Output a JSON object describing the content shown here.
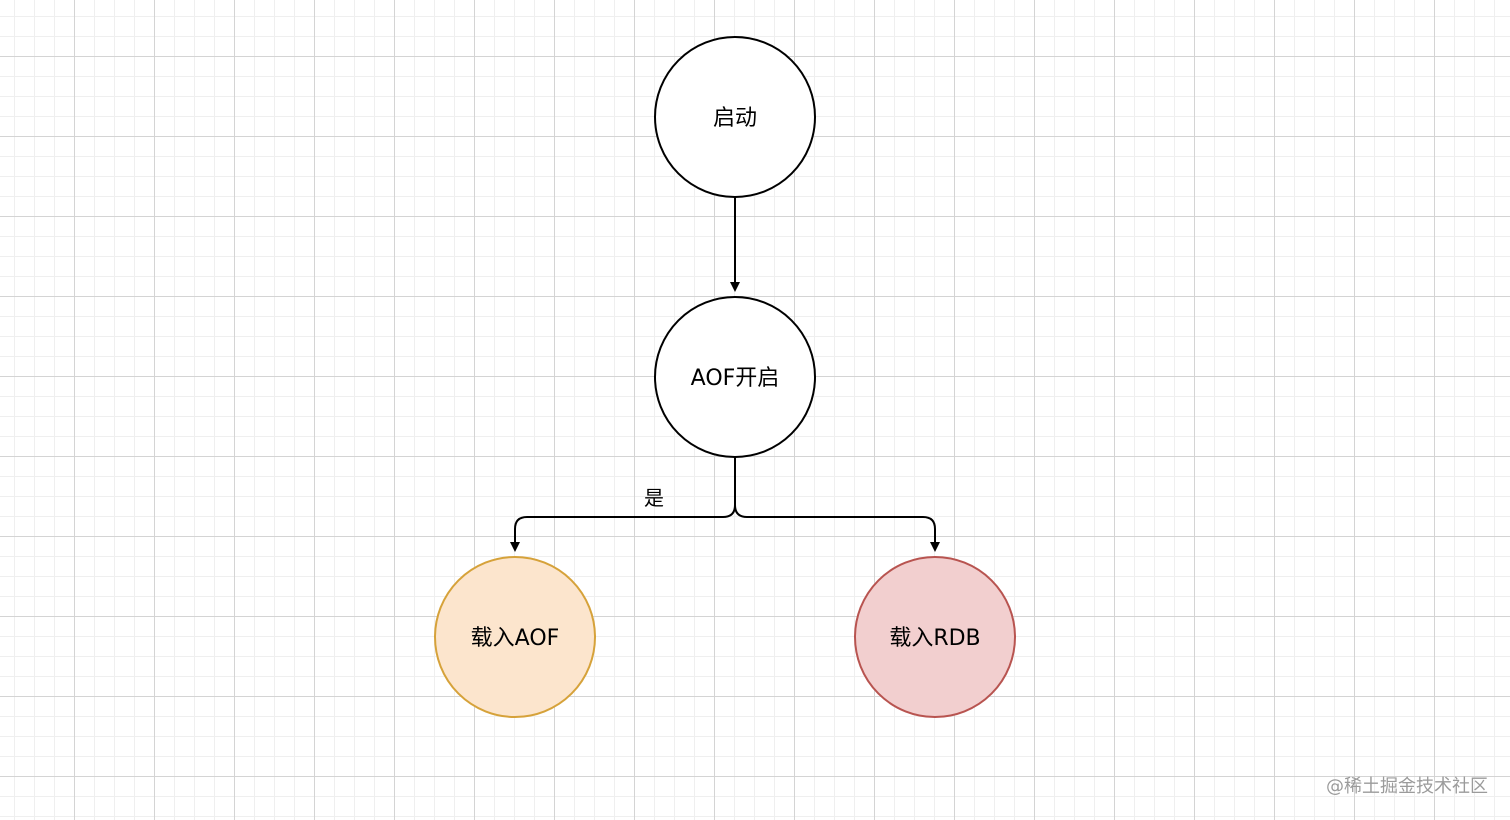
{
  "nodes": {
    "start": {
      "label": "启动",
      "fill": "#ffffff",
      "stroke": "#000000"
    },
    "aof_enabled": {
      "label": "AOF开启",
      "fill": "#ffffff",
      "stroke": "#000000"
    },
    "load_aof": {
      "label": "载入AOF",
      "fill": "#fce5cd",
      "stroke": "#d6a23a"
    },
    "load_rdb": {
      "label": "载入RDB",
      "fill": "#f2cfcf",
      "stroke": "#b85450"
    }
  },
  "edges": {
    "yes_label": "是"
  },
  "watermark": "@稀土掘金技术社区"
}
